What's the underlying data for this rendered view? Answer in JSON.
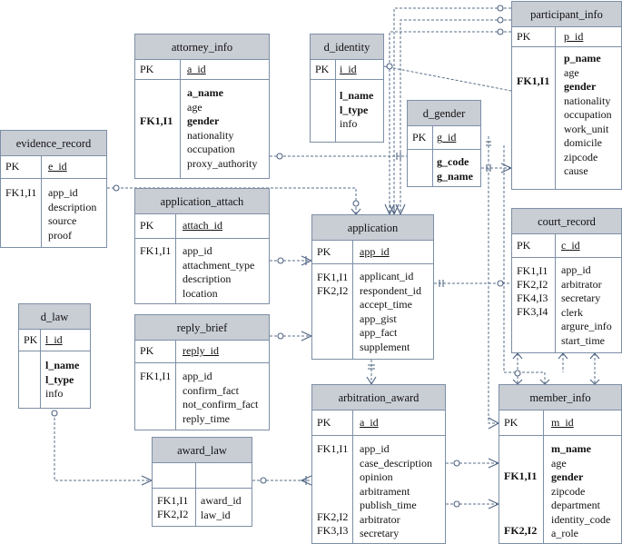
{
  "entities": {
    "participant_info": {
      "title": "participant_info",
      "pk_label": "PK",
      "pk": "p_id",
      "fk_keys": "FK1,I1",
      "attrs": [
        {
          "t": "p_name",
          "b": true
        },
        {
          "t": "age"
        },
        {
          "t": "gender",
          "b": true
        },
        {
          "t": "nationality"
        },
        {
          "t": "occupation"
        },
        {
          "t": "work_unit"
        },
        {
          "t": "domicile"
        },
        {
          "t": "zipcode"
        },
        {
          "t": "cause"
        }
      ]
    },
    "attorney_info": {
      "title": "attorney_info",
      "pk_label": "PK",
      "pk": "a_id",
      "fk_keys": "FK1,I1",
      "attrs": [
        {
          "t": "a_name",
          "b": true
        },
        {
          "t": "age"
        },
        {
          "t": "gender",
          "b": true
        },
        {
          "t": "nationality"
        },
        {
          "t": "occupation"
        },
        {
          "t": "proxy_authority"
        }
      ]
    },
    "d_identity": {
      "title": "d_identity",
      "pk_label": "PK",
      "pk": "i_id",
      "fk_keys": "",
      "attrs": [
        {
          "t": "l_name",
          "b": true
        },
        {
          "t": "l_type",
          "b": true
        },
        {
          "t": "info"
        }
      ]
    },
    "d_gender": {
      "title": "d_gender",
      "pk_label": "PK",
      "pk": "g_id",
      "fk_keys": "",
      "attrs": [
        {
          "t": "g_code",
          "b": true
        },
        {
          "t": "g_name",
          "b": true
        }
      ]
    },
    "evidence_record": {
      "title": "evidence_record",
      "pk_label": "PK",
      "pk": "e_id",
      "fk_keys": "FK1,I1",
      "attrs": [
        {
          "t": "app_id"
        },
        {
          "t": "description"
        },
        {
          "t": "source"
        },
        {
          "t": "proof"
        }
      ]
    },
    "application_attach": {
      "title": "application_attach",
      "pk_label": "PK",
      "pk": "attach_id",
      "fk_keys": "FK1,I1",
      "attrs": [
        {
          "t": "app_id"
        },
        {
          "t": "attachment_type"
        },
        {
          "t": "description"
        },
        {
          "t": "location"
        }
      ]
    },
    "application": {
      "title": "application",
      "pk_label": "PK",
      "pk": "app_id",
      "fk_keys": "FK1,I1\nFK2,I2",
      "attrs": [
        {
          "t": "applicant_id"
        },
        {
          "t": "respondent_id"
        },
        {
          "t": "accept_time"
        },
        {
          "t": "app_gist"
        },
        {
          "t": "app_fact"
        },
        {
          "t": "supplement"
        }
      ]
    },
    "court_record": {
      "title": "court_record",
      "pk_label": "PK",
      "pk": "c_id",
      "fk_keys": "FK1,I1\nFK2,I2\nFK4,I3\nFK3,I4",
      "attrs": [
        {
          "t": "app_id"
        },
        {
          "t": "arbitrator"
        },
        {
          "t": "secretary"
        },
        {
          "t": "clerk"
        },
        {
          "t": "argure_info"
        },
        {
          "t": "start_time"
        }
      ]
    },
    "d_law": {
      "title": "d_law",
      "pk_label": "PK",
      "pk": "l_id",
      "fk_keys": "",
      "attrs": [
        {
          "t": "l_name",
          "b": true
        },
        {
          "t": "l_type",
          "b": true
        },
        {
          "t": "info"
        }
      ]
    },
    "reply_brief": {
      "title": "reply_brief",
      "pk_label": "PK",
      "pk": "reply_id",
      "fk_keys": "FK1,I1",
      "attrs": [
        {
          "t": "app_id"
        },
        {
          "t": "confirm_fact"
        },
        {
          "t": "not_confirm_fact"
        },
        {
          "t": "reply_time"
        }
      ]
    },
    "arbitration_award": {
      "title": "arbitration_award",
      "pk_label": "PK",
      "pk": "a_id",
      "fk_keys": "FK1,I1\n\n\n\n\nFK2,I2\nFK3,I3",
      "attrs": [
        {
          "t": "app_id"
        },
        {
          "t": "case_description"
        },
        {
          "t": "opinion"
        },
        {
          "t": "arbitrament"
        },
        {
          "t": "publish_time"
        },
        {
          "t": "arbitrator"
        },
        {
          "t": "secretary"
        }
      ]
    },
    "award_law": {
      "title": "award_law",
      "pk_label": "",
      "pk": "",
      "fk_keys": "FK1,I1\nFK2,I2",
      "attrs": [
        {
          "t": "award_id"
        },
        {
          "t": "law_id"
        }
      ]
    },
    "member_info": {
      "title": "member_info",
      "pk_label": "PK",
      "pk": "m_id",
      "fk_keys": "\n\nFK1,I1\n\n\n\nFK2,I2",
      "attrs": [
        {
          "t": "m_name",
          "b": true
        },
        {
          "t": "age"
        },
        {
          "t": "gender",
          "b": true
        },
        {
          "t": "zipcode"
        },
        {
          "t": "department"
        },
        {
          "t": "identity_code"
        },
        {
          "t": "a_role"
        }
      ]
    }
  }
}
